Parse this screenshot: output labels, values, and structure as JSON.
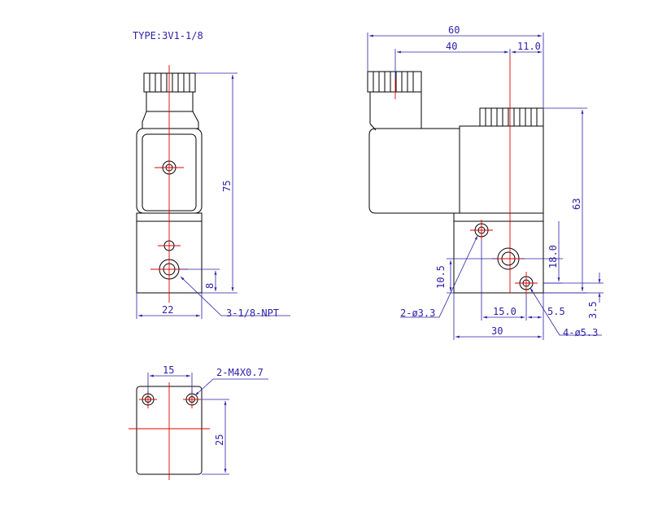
{
  "title": "TYPE:3V1-1/8",
  "front_view": {
    "height_label": "75",
    "width_label": "22",
    "port_height_label": "8",
    "port_note": "3-1/8-NPT"
  },
  "side_view": {
    "overall_width": "60",
    "coil_offset": "40",
    "edge_offset": "11.0",
    "height_label": "63",
    "port_height": "18.0",
    "mount_height": "10.5",
    "hole_spacing": "15.0",
    "edge_spacing": "5.5",
    "base_offset": "3.5",
    "base_width": "30",
    "mount_holes_note": "2-ø3.3",
    "through_holes_note": "4-ø5.3"
  },
  "bottom_view": {
    "thread_spacing": "15",
    "thread_note": "2-M4X0.7",
    "depth_label": "25"
  },
  "colors": {
    "object_line": "#000000",
    "dimension_line": "#2b1fa8",
    "center_line": "#e00000"
  }
}
